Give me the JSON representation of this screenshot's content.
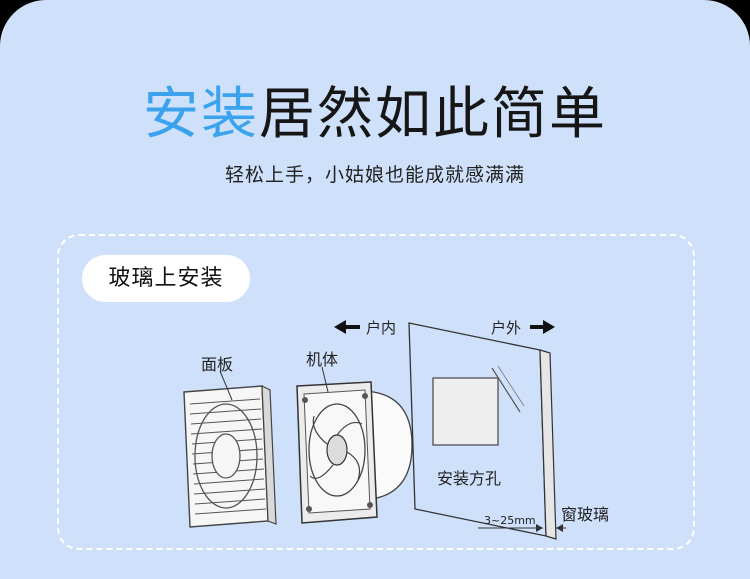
{
  "headline": {
    "highlight": "安装",
    "rest": "居然如此简单"
  },
  "subhead": "轻松上手，小姑娘也能成就感满满",
  "section_pill": "玻璃上安装",
  "diagram": {
    "panel_label": "面板",
    "body_label": "机体",
    "indoor_label": "户内",
    "outdoor_label": "户外",
    "hole_label": "安装方孔",
    "glass_label": "窗玻璃",
    "thickness_label": "3~25mm"
  },
  "colors": {
    "background": "#cfe0fb",
    "accent": "#3ba3ee",
    "text": "#161616"
  }
}
